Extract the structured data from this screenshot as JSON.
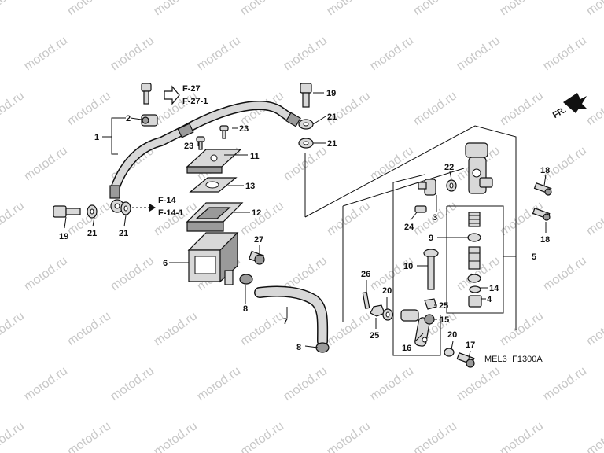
{
  "watermark": "motod.ru",
  "diagram_code": "MEL3−F1300A",
  "front_arrow_label": "FR.",
  "references": [
    {
      "id": "ref-f27",
      "text": "F-27"
    },
    {
      "id": "ref-f27-1",
      "text": "F-27-1"
    },
    {
      "id": "ref-f14",
      "text": "F-14"
    },
    {
      "id": "ref-f14-1",
      "text": "F-14-1"
    }
  ],
  "labels": [
    {
      "id": "p1",
      "text": "1"
    },
    {
      "id": "p2",
      "text": "2"
    },
    {
      "id": "p3",
      "text": "3"
    },
    {
      "id": "p4",
      "text": "4"
    },
    {
      "id": "p5",
      "text": "5"
    },
    {
      "id": "p6",
      "text": "6"
    },
    {
      "id": "p7",
      "text": "7"
    },
    {
      "id": "p8a",
      "text": "8"
    },
    {
      "id": "p8b",
      "text": "8"
    },
    {
      "id": "p9",
      "text": "9"
    },
    {
      "id": "p10",
      "text": "10"
    },
    {
      "id": "p11",
      "text": "11"
    },
    {
      "id": "p12",
      "text": "12"
    },
    {
      "id": "p13",
      "text": "13"
    },
    {
      "id": "p14",
      "text": "14"
    },
    {
      "id": "p15",
      "text": "15"
    },
    {
      "id": "p16",
      "text": "16"
    },
    {
      "id": "p17",
      "text": "17"
    },
    {
      "id": "p18a",
      "text": "18"
    },
    {
      "id": "p18b",
      "text": "18"
    },
    {
      "id": "p19a",
      "text": "19"
    },
    {
      "id": "p19b",
      "text": "19"
    },
    {
      "id": "p20a",
      "text": "20"
    },
    {
      "id": "p20b",
      "text": "20"
    },
    {
      "id": "p21a",
      "text": "21"
    },
    {
      "id": "p21b",
      "text": "21"
    },
    {
      "id": "p21c",
      "text": "21"
    },
    {
      "id": "p21d",
      "text": "21"
    },
    {
      "id": "p22",
      "text": "22"
    },
    {
      "id": "p23a",
      "text": "23"
    },
    {
      "id": "p23b",
      "text": "23"
    },
    {
      "id": "p24",
      "text": "24"
    },
    {
      "id": "p25a",
      "text": "25"
    },
    {
      "id": "p25b",
      "text": "25"
    },
    {
      "id": "p26",
      "text": "26"
    },
    {
      "id": "p27",
      "text": "27"
    }
  ]
}
